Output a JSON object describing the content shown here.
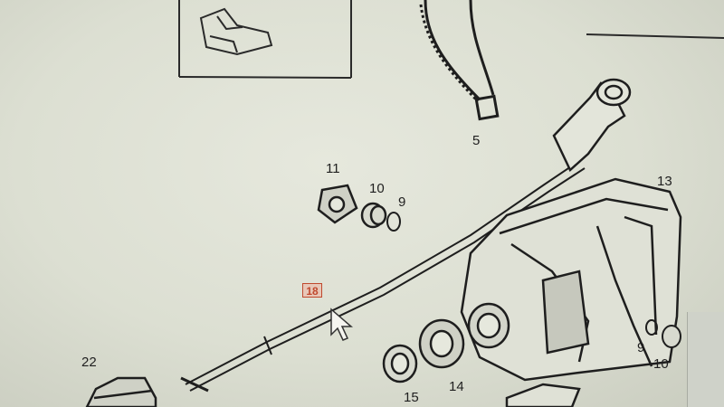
{
  "callouts": {
    "c5": "5",
    "c11": "11",
    "c10a": "10",
    "c9a": "9",
    "c13": "13",
    "c22": "22",
    "c15": "15",
    "c14": "14",
    "c9b": "9",
    "c10b": "10",
    "c18": "18"
  },
  "icons": {
    "cursor": "mouse-pointer-icon"
  }
}
